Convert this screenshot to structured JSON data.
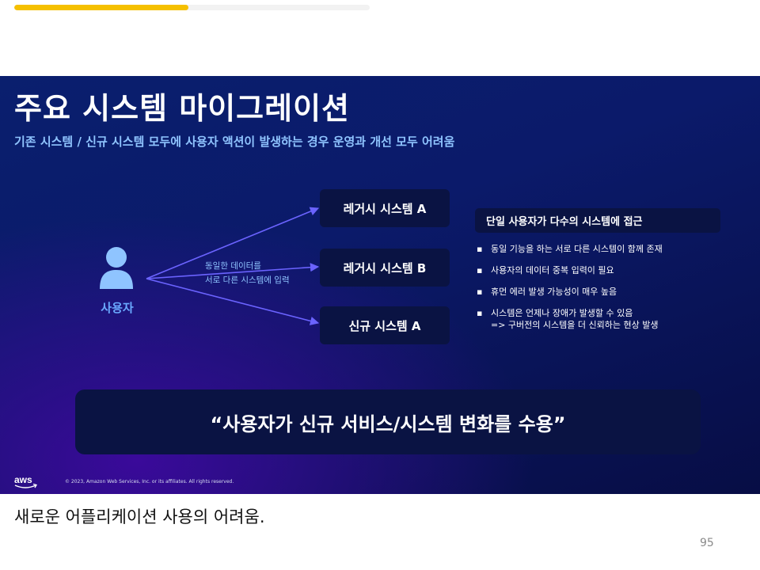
{
  "progress": {
    "fraction": 0.49,
    "color": "#f5c000"
  },
  "slide": {
    "title": "주요 시스템 마이그레이션",
    "subtitle": "기존 시스템 / 신규 시스템 모두에 사용자 액션이 발생하는 경우 운영과 개선 모두 어려움",
    "user": {
      "label": "사용자",
      "icon": "user-icon"
    },
    "arrow_note": [
      "동일한 데이터를",
      "서로 다른 시스템에 입력"
    ],
    "systems": [
      "레거시 시스템 A",
      "레거시 시스템 B",
      "신규 시스템 A"
    ],
    "info": {
      "header": "단일 사용자가 다수의 시스템에 접근",
      "bullets": [
        [
          "동일 기능을 하는 서로 다른 시스템이 함께 존재"
        ],
        [
          "사용자의 데이터 중복 입력이 필요"
        ],
        [
          "휴먼 에러 발생 가능성이 매우 높음"
        ],
        [
          "시스템은 언제나 장애가 발생할 수 있음",
          "=> 구버전의 시스템을 더 신뢰하는 현상 발생"
        ]
      ]
    },
    "quote": "“사용자가 신규 서비스/시스템 변화를 수용”",
    "logo": "aws",
    "copyright": "© 2023, Amazon Web Services, Inc. or its affiliates. All rights reserved."
  },
  "caption": "새로운 어플리케이션 사용의 어려움.",
  "page_number": "95",
  "colors": {
    "slide_bg": "#0b1a6a",
    "box_bg": "#0a1343",
    "accent_blue": "#6aa9ff",
    "arrow": "#6b63ff"
  }
}
